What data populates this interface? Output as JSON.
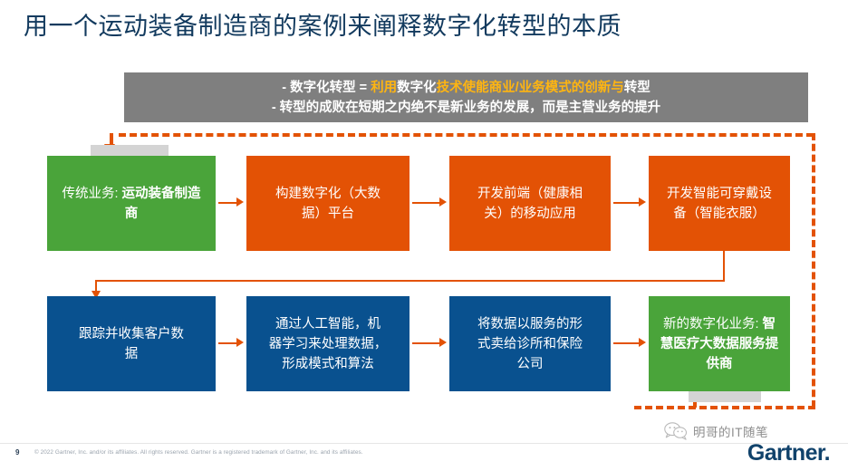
{
  "slide": {
    "title": "用一个运动装备制造商的案例来阐释数字化转型的本质",
    "page_number": "9",
    "copyright": "© 2022 Gartner, Inc. and/or its affiliates. All rights reserved. Gartner is a registered trademark of Gartner, Inc. and its affiliates.",
    "brand_logo": "Gartner",
    "brand_logo_dot": "."
  },
  "colors": {
    "title": "#123a5e",
    "banner_bg": "#7f7f7f",
    "banner_highlight": "#ffb511",
    "green": "#4aa43a",
    "orange": "#e35205",
    "blue": "#09518f",
    "stub_gray": "#d4d4d4",
    "brand": "#10426b"
  },
  "banner": {
    "line1": {
      "seg1": "- 数字化转型 = ",
      "seg2": "利用",
      "seg3": "数字化",
      "seg4": "技术使能商业/业务模式的创新与",
      "seg5": "转型"
    },
    "line2": "- 转型的成败在短期之内绝不是新业务的发展，而是主营业务的提升"
  },
  "flow": {
    "row1": [
      {
        "id": "legacy-business",
        "color": "green",
        "text_normal": "传统业务: ",
        "text_bold": "运动装备制造商"
      },
      {
        "id": "build-platform",
        "color": "orange",
        "line1": "构建数字化（大数",
        "line2": "据）平台"
      },
      {
        "id": "develop-frontend",
        "color": "orange",
        "line1": "开发前端（健康相",
        "line2": "关）的移动应用"
      },
      {
        "id": "smart-wearables",
        "color": "orange",
        "line1": "开发智能可穿戴设",
        "line2": "备（智能衣服）"
      }
    ],
    "row2": [
      {
        "id": "collect-data",
        "color": "blue",
        "line1": "跟踪并收集客户数",
        "line2": "据"
      },
      {
        "id": "ai-processing",
        "color": "blue",
        "line1": "通过人工智能，机",
        "line2": "器学习来处理数据，",
        "line3": "形成模式和算法"
      },
      {
        "id": "sell-data",
        "color": "blue",
        "line1": "将数据以服务的形",
        "line2": "式卖给诊所和保险",
        "line3": "公司"
      },
      {
        "id": "new-digital-biz",
        "color": "green",
        "text_normal": "新的数字化业务: ",
        "text_bold": "智慧医疗大数据服务提供商"
      }
    ]
  },
  "wechat": {
    "icon": "wechat-icon",
    "label": "明哥的IT随笔"
  }
}
